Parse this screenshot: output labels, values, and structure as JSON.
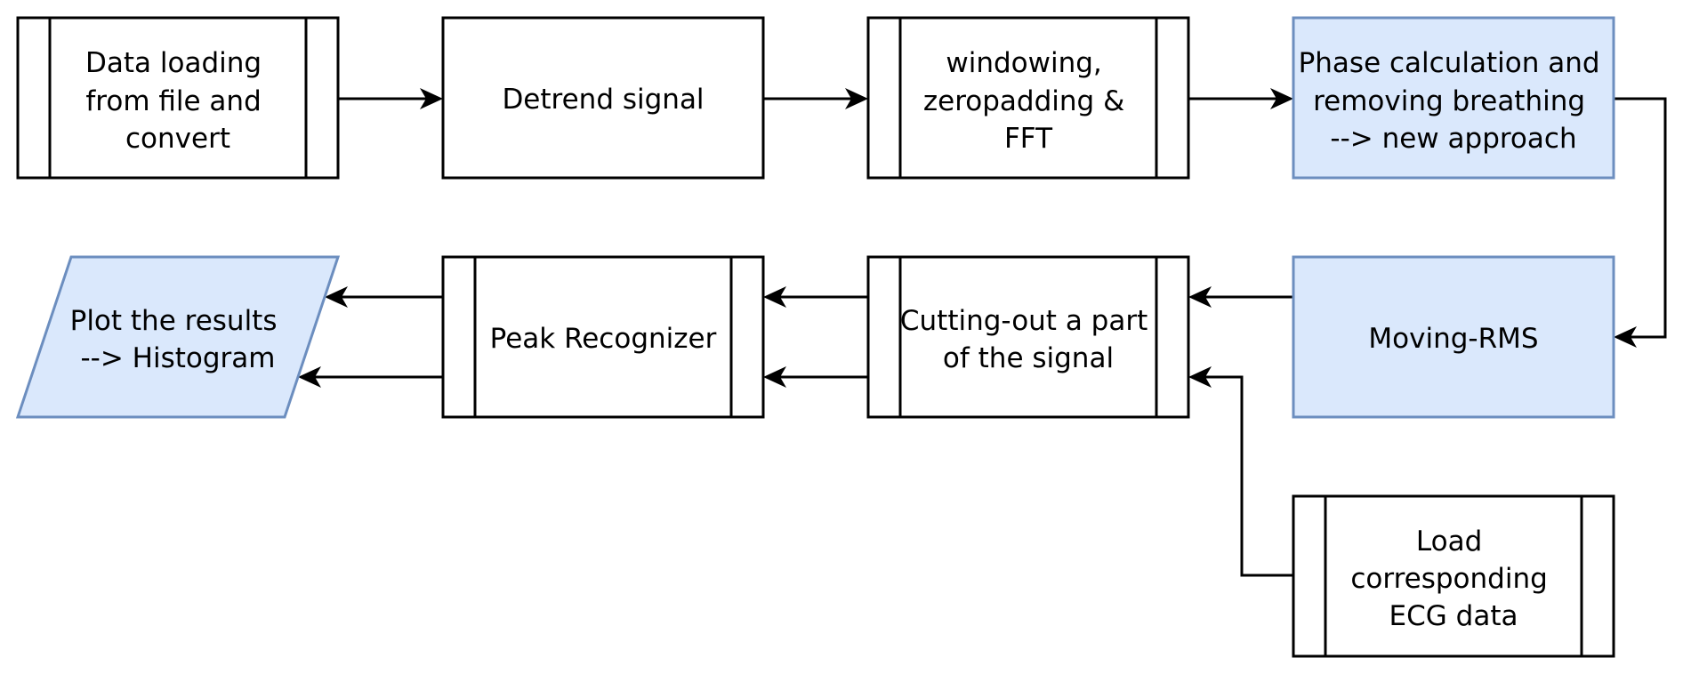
{
  "diagram": {
    "nodes": {
      "data_loading": {
        "lines": [
          "Data loading",
          "from file and",
          "convert"
        ],
        "shape": "predefined-process"
      },
      "detrend": {
        "lines": [
          "Detrend signal"
        ],
        "shape": "process"
      },
      "windowing": {
        "lines": [
          "windowing,",
          "zeropadding &",
          "FFT"
        ],
        "shape": "predefined-process"
      },
      "phase_calc": {
        "lines": [
          "Phase calculation and",
          "removing breathing",
          "--> new approach"
        ],
        "shape": "process"
      },
      "moving_rms": {
        "lines": [
          "Moving-RMS"
        ],
        "shape": "process"
      },
      "cutting_out": {
        "lines": [
          "Cutting-out a part",
          "of the signal"
        ],
        "shape": "predefined-process"
      },
      "peak_recognizer": {
        "lines": [
          "Peak Recognizer"
        ],
        "shape": "predefined-process"
      },
      "plot_results": {
        "lines": [
          "Plot the results",
          "--> Histogram"
        ],
        "shape": "data"
      },
      "load_ecg": {
        "lines": [
          "Load",
          "corresponding",
          "ECG data"
        ],
        "shape": "predefined-process"
      }
    },
    "colors": {
      "plain_fill": "#ffffff",
      "plain_stroke": "#000000",
      "highlight_fill": "#dae8fc",
      "highlight_stroke": "#6c8ebf",
      "edge": "#000000"
    }
  }
}
